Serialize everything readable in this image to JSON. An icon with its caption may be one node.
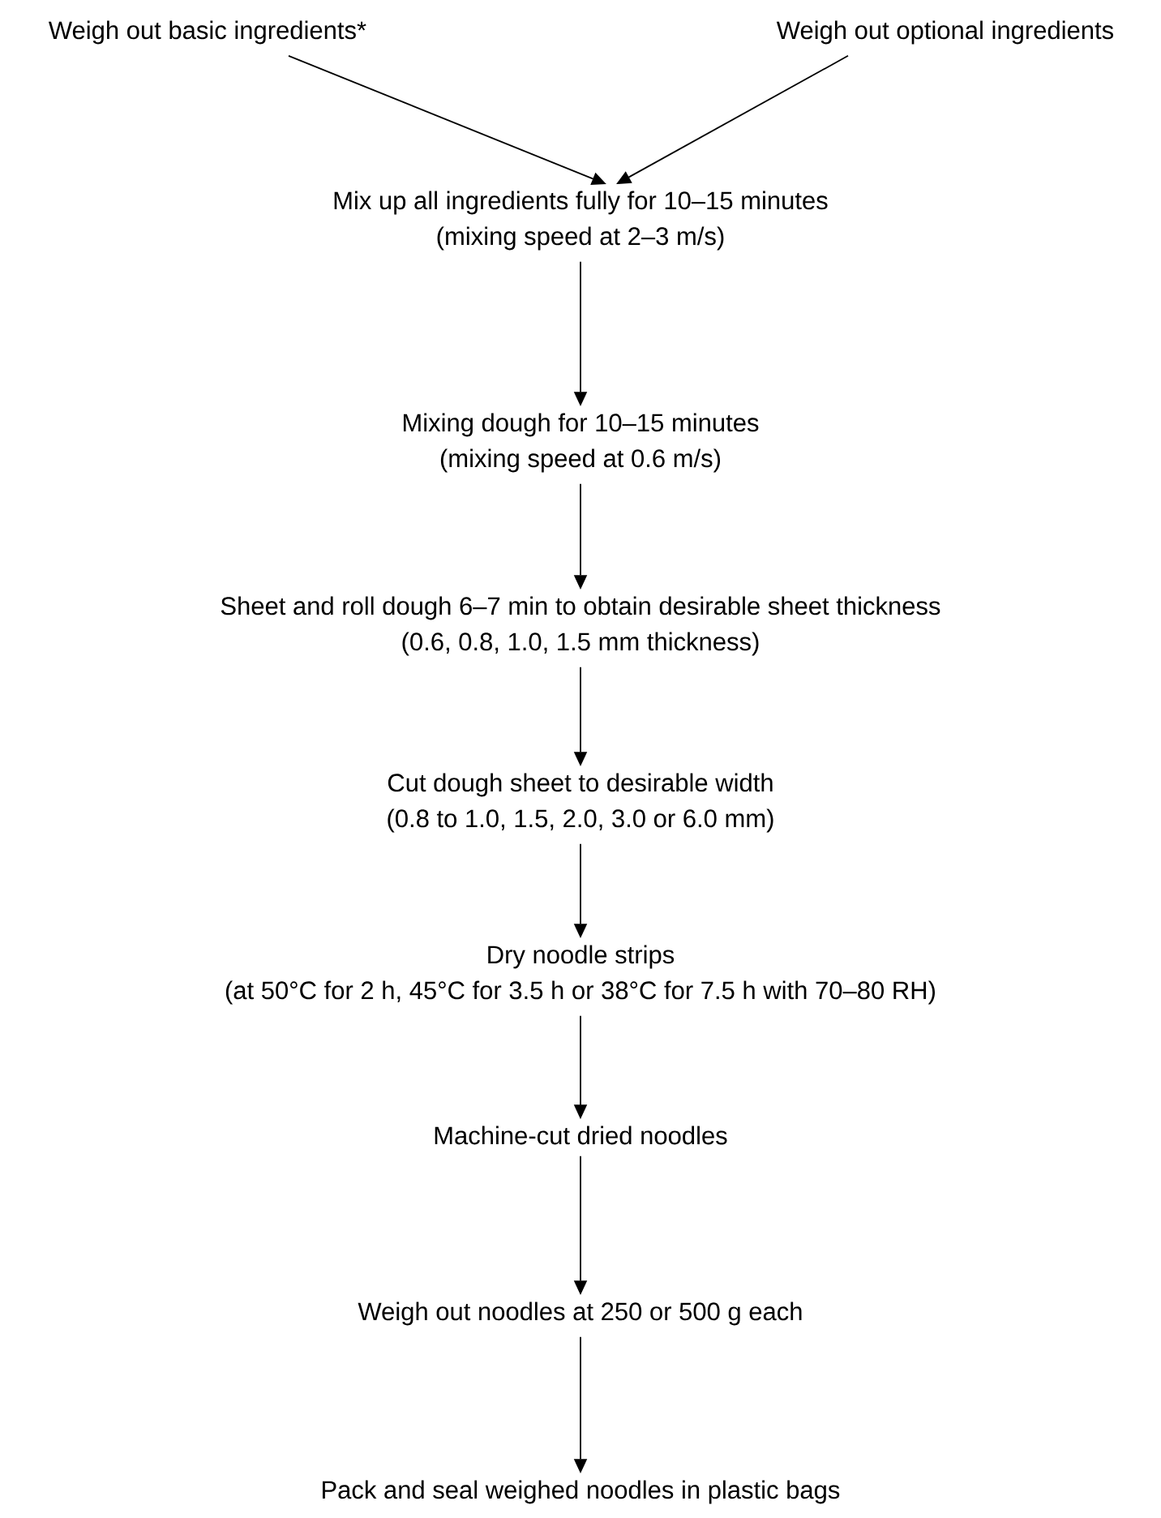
{
  "diagram": {
    "nodes": [
      {
        "text": [
          "Weigh out basic ingredients*"
        ]
      },
      {
        "text": [
          "Weigh out optional ingredients"
        ]
      },
      {
        "text": [
          "Mix up all ingredients fully for 10–15 minutes",
          "(mixing speed at 2–3 m/s)"
        ]
      },
      {
        "text": [
          "Mixing dough for 10–15 minutes",
          "(mixing speed at 0.6 m/s)"
        ]
      },
      {
        "text": [
          "Sheet and roll dough 6–7 min to obtain desirable sheet thickness",
          "(0.6, 0.8, 1.0, 1.5 mm thickness)"
        ]
      },
      {
        "text": [
          "Cut dough sheet to desirable width",
          "(0.8 to 1.0, 1.5, 2.0, 3.0 or 6.0 mm)"
        ]
      },
      {
        "text": [
          "Dry noodle strips",
          "(at 50°C for 2 h, 45°C for 3.5 h or 38°C for 7.5 h with 70–80 RH)"
        ]
      },
      {
        "text": [
          "Machine-cut dried noodles"
        ]
      },
      {
        "text": [
          "Weigh out noodles at 250 or 500 g each"
        ]
      },
      {
        "text": [
          "Pack and seal weighed noodles in plastic bags"
        ]
      }
    ],
    "edges": [
      {
        "from": 0,
        "to": 2,
        "arrow": "to"
      },
      {
        "from": 1,
        "to": 2,
        "arrow": "to"
      },
      {
        "from": 2,
        "to": 3,
        "arrow": "to"
      },
      {
        "from": 3,
        "to": 4,
        "arrow": "to"
      },
      {
        "from": 4,
        "to": 5,
        "arrow": "to"
      },
      {
        "from": 5,
        "to": 6,
        "arrow": "to"
      },
      {
        "from": 6,
        "to": 7,
        "arrow": "to"
      },
      {
        "from": 7,
        "to": 8,
        "arrow": "to"
      },
      {
        "from": 8,
        "to": 9,
        "arrow": "to"
      }
    ]
  }
}
